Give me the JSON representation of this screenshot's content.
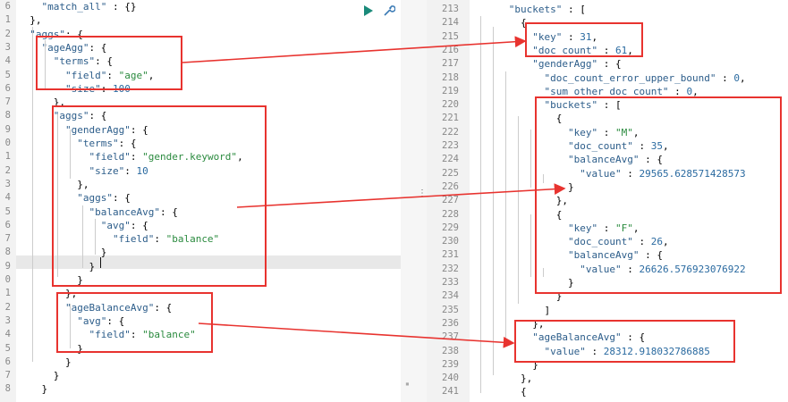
{
  "left_editor": {
    "line_numbers": [
      "6",
      "1",
      "2",
      "3",
      "4",
      "5",
      "6",
      "7",
      "8",
      "9",
      "0",
      "1",
      "2",
      "3",
      "4",
      "5",
      "6",
      "7",
      "8",
      "9",
      "0",
      "1",
      "2",
      "3",
      "4",
      "5",
      "6",
      "7",
      "8"
    ],
    "lines": [
      "    \"match_all\" : {}",
      "  },",
      "  \"aggs\": {",
      "    \"ageAgg\": {",
      "      \"terms\": {",
      "        \"field\": \"age\",",
      "        \"size\": 100",
      "      },",
      "      \"aggs\": {",
      "        \"genderAgg\": {",
      "          \"terms\": {",
      "            \"field\": \"gender.keyword\",",
      "            \"size\": 10",
      "          },",
      "          \"aggs\": {",
      "            \"balanceAvg\": {",
      "              \"avg\": {",
      "                \"field\": \"balance\"",
      "              }",
      "            }",
      "          }",
      "        },",
      "        \"ageBalanceAvg\": {",
      "          \"avg\": {",
      "            \"field\": \"balance\"",
      "          }",
      "        }",
      "      }",
      "    }"
    ],
    "run_icon": "play-icon",
    "settings_icon": "wrench-icon"
  },
  "right_editor": {
    "line_numbers": [
      "213",
      "214",
      "215",
      "216",
      "217",
      "218",
      "219",
      "220",
      "221",
      "222",
      "223",
      "224",
      "225",
      "226",
      "227",
      "228",
      "229",
      "230",
      "231",
      "232",
      "233",
      "234",
      "235",
      "236",
      "237",
      "238",
      "239",
      "240",
      "241"
    ],
    "lines": [
      "      \"buckets\" : [",
      "        {",
      "          \"key\" : 31,",
      "          \"doc_count\" : 61,",
      "          \"genderAgg\" : {",
      "            \"doc_count_error_upper_bound\" : 0,",
      "            \"sum_other_doc_count\" : 0,",
      "            \"buckets\" : [",
      "              {",
      "                \"key\" : \"M\",",
      "                \"doc_count\" : 35,",
      "                \"balanceAvg\" : {",
      "                  \"value\" : 29565.628571428573",
      "                }",
      "              },",
      "              {",
      "                \"key\" : \"F\",",
      "                \"doc_count\" : 26,",
      "                \"balanceAvg\" : {",
      "                  \"value\" : 26626.576923076922",
      "                }",
      "              }",
      "            ]",
      "          },",
      "          \"ageBalanceAvg\" : {",
      "            \"value\" : 28312.918032786885",
      "          }",
      "        },",
      "        {"
    ]
  },
  "colors": {
    "annotation_red": "#e8332f",
    "key": "#2c5d8a",
    "string": "#2a8a3e",
    "number": "#2a6aa0"
  }
}
